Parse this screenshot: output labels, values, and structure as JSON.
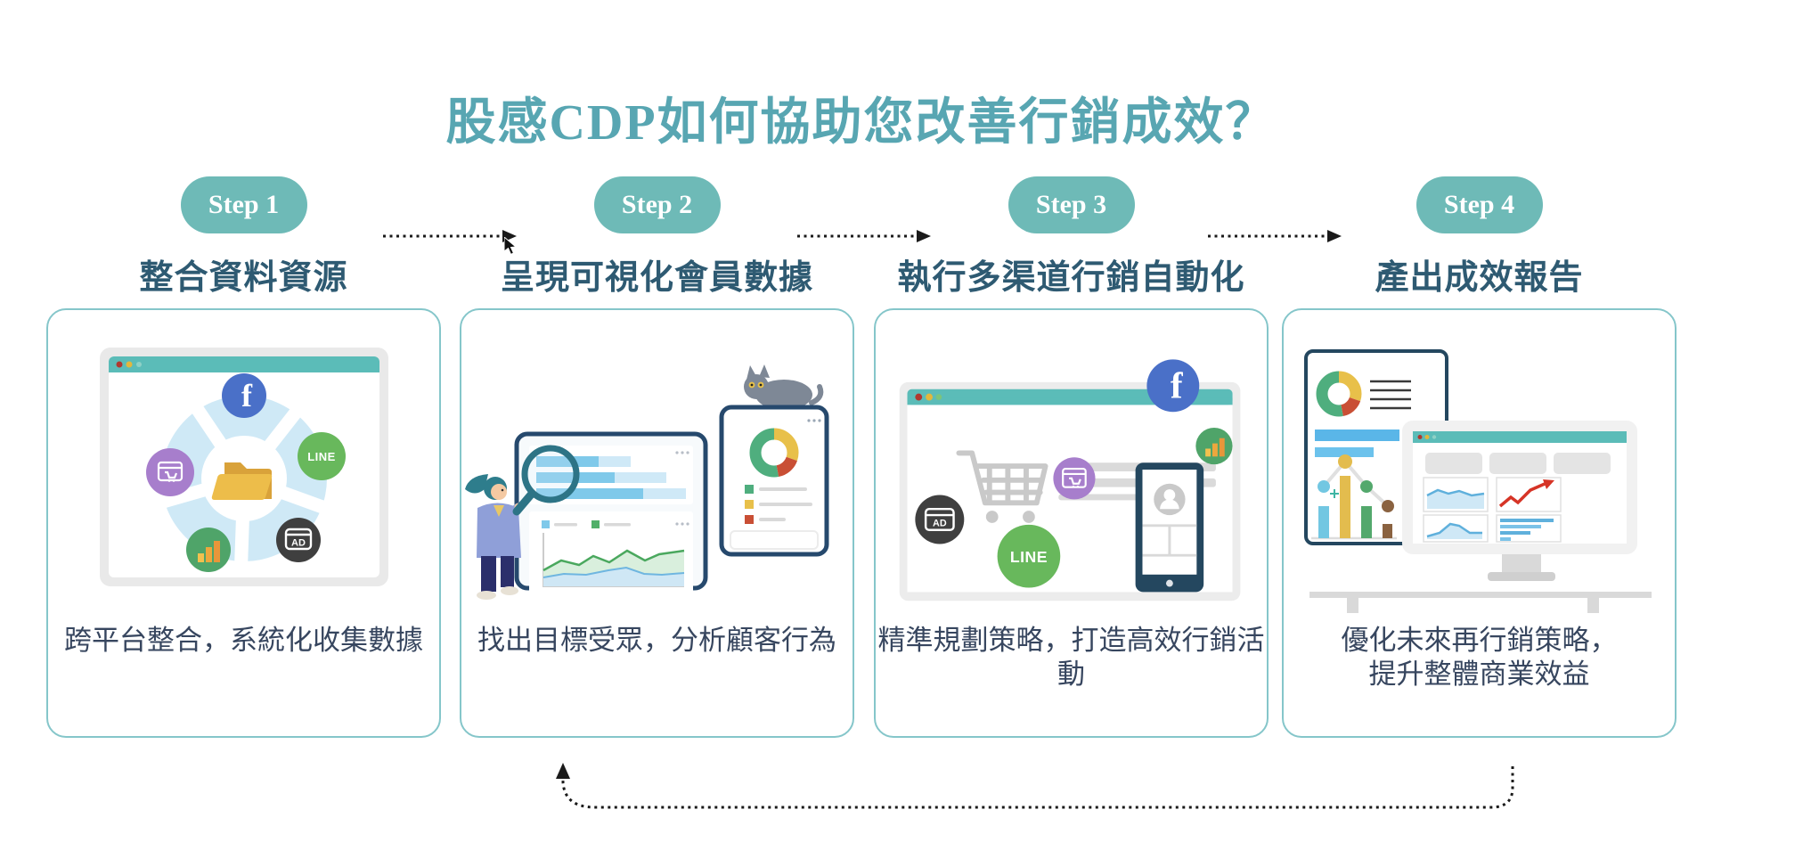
{
  "title": "股感CDP如何協助您改善行銷成效？",
  "steps": [
    {
      "pill": "Step 1",
      "heading": "整合資料資源",
      "caption": "跨平台整合，系統化收集數據"
    },
    {
      "pill": "Step 2",
      "heading": "呈現可視化會員數據",
      "caption": "找出目標受眾，分析顧客行為"
    },
    {
      "pill": "Step 3",
      "heading": "執行多渠道行銷自動化",
      "caption": "精準規劃策略，打造高效行銷活動"
    },
    {
      "pill": "Step 4",
      "heading": "產出成效報告",
      "caption": "優化未來再行銷策略，\n提升整體商業效益"
    }
  ],
  "icons": {
    "facebook_label": "f",
    "line_label": "LINE",
    "ad_label": "AD"
  },
  "colors": {
    "title_teal": "#58A6B2",
    "pill_teal": "#6EBAB7",
    "heading_blue": "#2E5A72",
    "caption_navy": "#37465F",
    "card_border": "#85C6CA",
    "browser_bar": "#5BBCB8",
    "facebook_blue": "#4A70C8",
    "line_green": "#68B85C",
    "shop_purple": "#A77ECC",
    "analytics_green": "#4FA469",
    "ad_dark": "#3F3F3F",
    "folder_yellow": "#E9B945",
    "cycle_blue": "#CFE9F6",
    "chart_red": "#D63426"
  }
}
